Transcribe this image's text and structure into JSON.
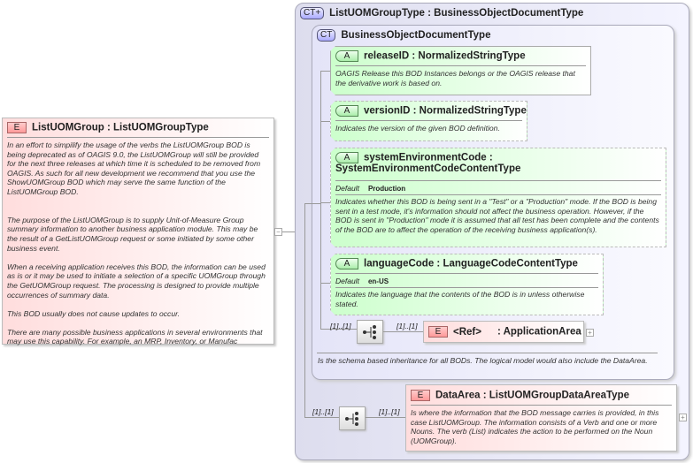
{
  "root": {
    "badge": "E",
    "name": "ListUOMGroup",
    "type": "ListUOMGroupType",
    "description": [
      "In an effort to simpilify the usage of the verbs the ListUOMGroup BOD is being deprecated as of OAGIS 9.0, the ListUOMGroup will still be provided for the next three releases at which time it is scheduled to be removed from OAGIS.  As such for all new development we recommend that you use the ShowUOMGroup BOD which may serve the same function of the ListUOMGroup BOD.",
      "The purpose of the ListUOMGroup is to supply Unit-of-Measure Group summary information to another business application module.  This may be the result of a GetListUOMGroup request or some initiated by some other business event.",
      "When a receiving application receives this BOD, the information can be used as is or it may be used to initiate a selection of a specific UOMGroup through the GetUOMGroup request. The processing is designed to provide multiple occurrences of summary data.",
      "This BOD usually does not cause updates to occur.",
      "There are many possible business applications in several environments that may use this capability.  For example, an MRP, Inventory, or Manufac"
    ],
    "collapse_symbol": "−"
  },
  "outer_type": {
    "badge": "CT+",
    "name": "ListUOMGroupType",
    "base": "BusinessObjectDocumentType"
  },
  "inner_type": {
    "badge": "CT",
    "name": "BusinessObjectDocumentType",
    "description": "Is the schema based inheritance for all BODs. The logical model would also include the DataArea."
  },
  "attributes": [
    {
      "badge": "A",
      "name": "releaseID",
      "type": "NormalizedStringType",
      "description": "OAGIS Release this BOD Instances belongs or the OAGIS release that the derivative work is based on."
    },
    {
      "badge": "A",
      "name": "versionID",
      "type": "NormalizedStringType",
      "description": "Indicates the version of the given BOD definition."
    },
    {
      "badge": "A",
      "name": "systemEnvironmentCode",
      "type": "SystemEnvironmentCodeContentType",
      "default_label": "Default",
      "default": "Production",
      "description": "Indicates whether this BOD is being sent in a \"Test\" or a \"Production\" mode. If the BOD is being sent in a test mode, it's information should not affect the business operation. However, if the BOD is sent in \"Production\" mode it is assumed that all test has been complete and the contents of the BOD are to affect the operation of the receiving business application(s)."
    },
    {
      "badge": "A",
      "name": "languageCode",
      "type": "LanguageCodeContentType",
      "default_label": "Default",
      "default": "en-US",
      "description": "Indicates the language that the contents of the BOD is in unless otherwise stated."
    }
  ],
  "application_area": {
    "badge": "E",
    "name": "<Ref>",
    "type": ": ApplicationArea",
    "seq_mult": "[1]..[1]",
    "elem_mult": "[1]..[1]",
    "expand_symbol": "+"
  },
  "data_area": {
    "badge": "E",
    "name": "DataArea",
    "type": "ListUOMGroupDataAreaType",
    "seq_mult": "[1]..[1]",
    "elem_mult": "[1]..[1]",
    "expand_symbol": "+",
    "description": "Is where the information that the BOD message carries is provided, in this case ListUOMGroup. The information consists of a Verb and one or more Nouns. The verb (List) indicates the action to be performed on the Noun (UOMGroup)."
  },
  "colors": {
    "element": "#ffdddd",
    "attribute": "#ccffcc",
    "complex_type": "#e6e6ff"
  }
}
